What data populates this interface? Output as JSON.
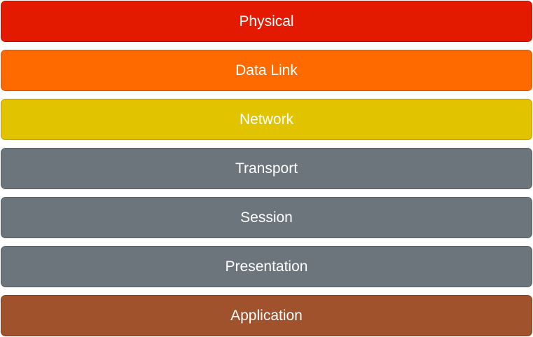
{
  "layers": [
    {
      "label": "Physical",
      "color": "#e31a00"
    },
    {
      "label": "Data Link",
      "color": "#ff6a00"
    },
    {
      "label": "Network",
      "color": "#e2c300"
    },
    {
      "label": "Transport",
      "color": "#6c757c"
    },
    {
      "label": "Session",
      "color": "#6c757c"
    },
    {
      "label": "Presentation",
      "color": "#6c757c"
    },
    {
      "label": "Application",
      "color": "#a0522d"
    }
  ]
}
